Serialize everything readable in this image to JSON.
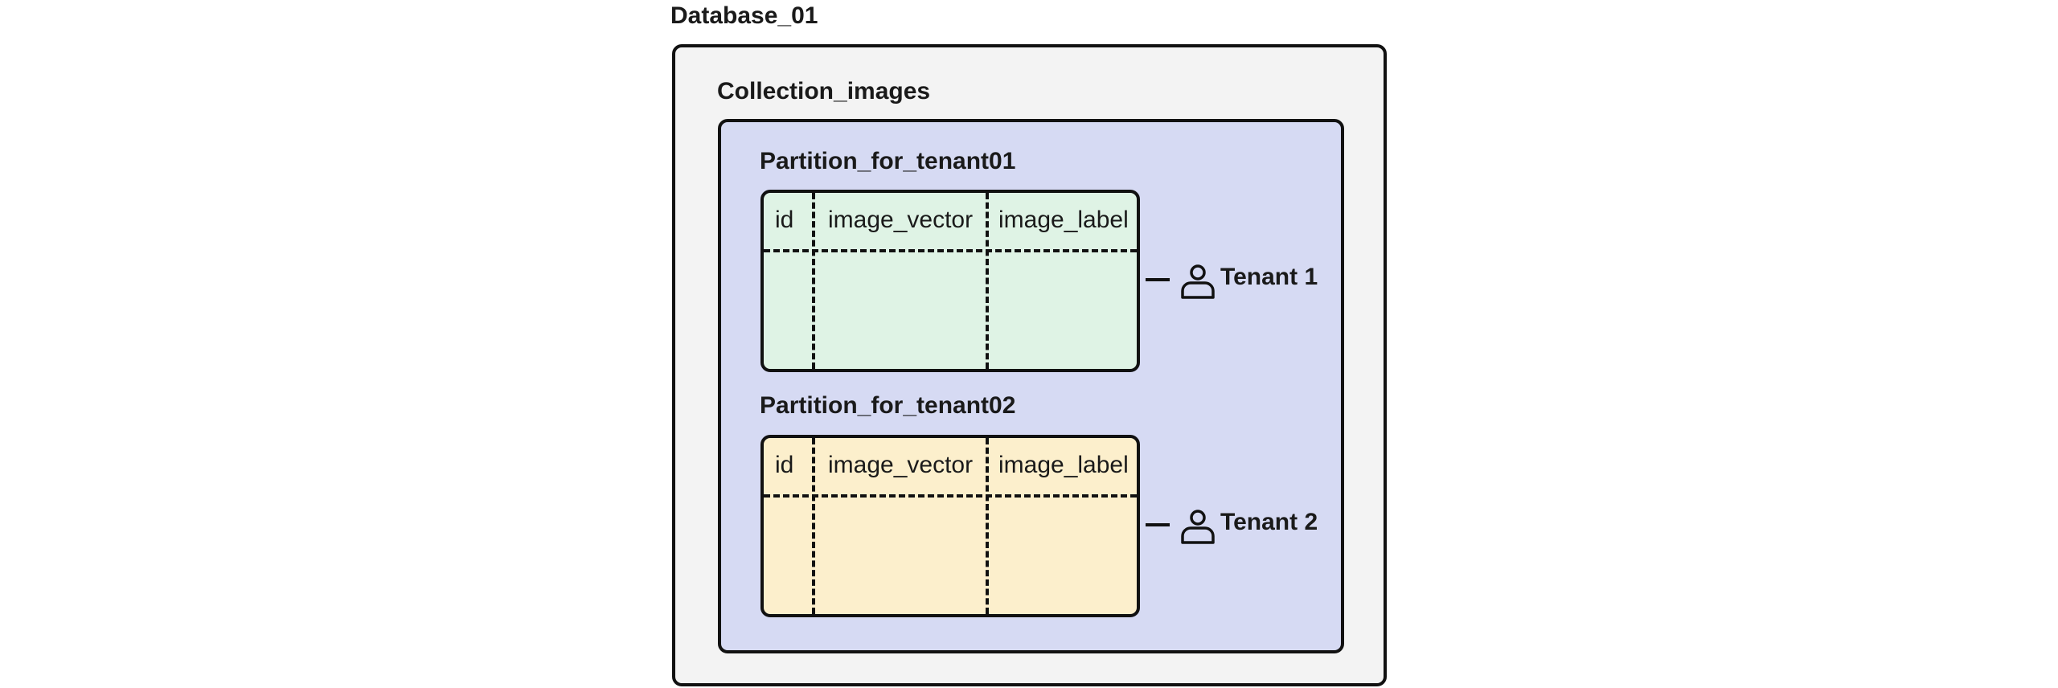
{
  "database": {
    "label": "Database_01"
  },
  "collection": {
    "label": "Collection_images"
  },
  "partitions": [
    {
      "label": "Partition_for_tenant01",
      "columns": [
        "id",
        "image_vector",
        "image_label"
      ],
      "tenant": "Tenant 1",
      "fill_color": "#dff3e5"
    },
    {
      "label": "Partition_for_tenant02",
      "columns": [
        "id",
        "image_vector",
        "image_label"
      ],
      "tenant": "Tenant 2",
      "fill_color": "#fcefcc"
    }
  ],
  "colors": {
    "database_fill": "#f3f3f3",
    "collection_fill": "#d6daf3",
    "stroke": "#111111"
  },
  "icons": {
    "tenant": "user-icon"
  }
}
